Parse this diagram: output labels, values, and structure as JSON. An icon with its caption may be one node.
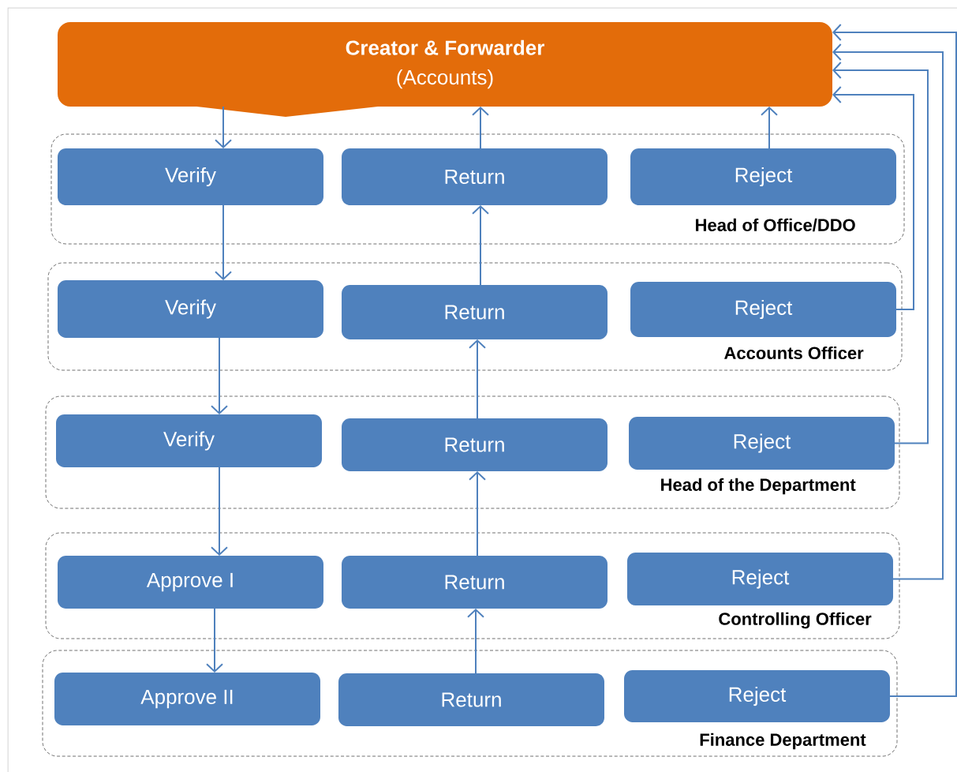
{
  "diagram": {
    "nodes": [
      {
        "text": [
          "Creator & Forwarder",
          "(Accounts)"
        ]
      },
      {
        "text": [
          "Head of Office/DDO"
        ]
      },
      {
        "text": [
          "Verify"
        ],
        "in": 1
      },
      {
        "text": [
          "Return"
        ],
        "in": 1
      },
      {
        "text": [
          "Reject"
        ],
        "in": 1
      },
      {
        "text": [
          "Accounts Officer"
        ]
      },
      {
        "text": [
          "Verify"
        ],
        "in": 5
      },
      {
        "text": [
          "Return"
        ],
        "in": 5
      },
      {
        "text": [
          "Reject"
        ],
        "in": 5
      },
      {
        "text": [
          "Head of the Department"
        ]
      },
      {
        "text": [
          "Verify"
        ],
        "in": 9
      },
      {
        "text": [
          "Return"
        ],
        "in": 9
      },
      {
        "text": [
          "Reject"
        ],
        "in": 9
      },
      {
        "text": [
          "Controlling Officer"
        ]
      },
      {
        "text": [
          "Approve I"
        ],
        "in": 13
      },
      {
        "text": [
          "Return"
        ],
        "in": 13
      },
      {
        "text": [
          "Reject"
        ],
        "in": 13
      },
      {
        "text": [
          "Finance Department"
        ]
      },
      {
        "text": [
          "Approve II"
        ],
        "in": 17
      },
      {
        "text": [
          "Return"
        ],
        "in": 17
      },
      {
        "text": [
          "Reject"
        ],
        "in": 17
      }
    ],
    "edges": [
      {
        "from": 0,
        "to": 2,
        "arrow": "to"
      },
      {
        "from": 2,
        "to": 6,
        "arrow": "to"
      },
      {
        "from": 6,
        "to": 10,
        "arrow": "to"
      },
      {
        "from": 10,
        "to": 14,
        "arrow": "to"
      },
      {
        "from": 14,
        "to": 18,
        "arrow": "to"
      },
      {
        "from": 19,
        "to": 15,
        "arrow": "to"
      },
      {
        "from": 15,
        "to": 11,
        "arrow": "to"
      },
      {
        "from": 11,
        "to": 7,
        "arrow": "to"
      },
      {
        "from": 7,
        "to": 3,
        "arrow": "to"
      },
      {
        "from": 3,
        "to": 0,
        "arrow": "to"
      },
      {
        "from": 4,
        "to": 0,
        "arrow": "to"
      },
      {
        "from": 8,
        "to": 0,
        "arrow": "to"
      },
      {
        "from": 12,
        "to": 0,
        "arrow": "to"
      },
      {
        "from": 16,
        "to": 0,
        "arrow": "to"
      },
      {
        "from": 20,
        "to": 0,
        "arrow": "to"
      }
    ]
  }
}
